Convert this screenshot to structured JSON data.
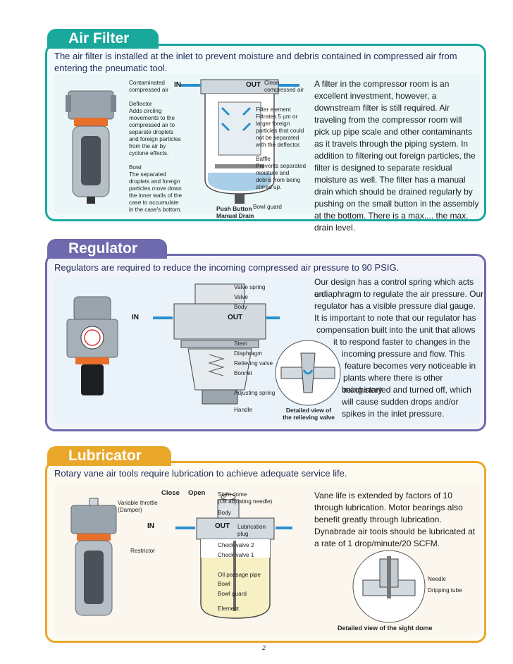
{
  "colors": {
    "air": "#1aa89c",
    "regulator": "#6e6aad",
    "lubricator": "#e9a829"
  },
  "air_filter": {
    "title": "Air Filter",
    "intro": "The air filter is installed at the inlet to prevent moisture and debris contained in compressed air from entering the pneumatic tool.",
    "body": "A filter in the compressor room is an excellent investment, however, a downstream filter is still required. Air traveling from the compressor room will pick up pipe scale and other contaminants as it travels through the piping system. In addition to filtering out foreign particles, the filter is designed to separate residual moisture as well. The filter has a manual drain which should be drained regularly by pushing on the small button in the assembly at the bottom. There is a max.... the max. drain level.",
    "labels": {
      "contaminated": "Contaminated\ncompressed air",
      "in": "IN",
      "out": "OUT",
      "clean": "Clean\ncompressed air",
      "deflector": "Deflector\nAdds circling\nmovements to the\ncompressed air to\nseparate droplets\nand foreign particles\nfrom the air by\ncyclone effects.",
      "bowl": "Bowl\nThe separated\ndroplets and foreign\nparticles move down\nthe inner walls of the\ncase to accumulate\nin the case's bottom.",
      "filter_element": "Filter element\nFiltrates 5 µm or\nlarger foreign\nparticles that could\nnot be separated\nwith the deflector.",
      "baffle": "Baffle\nPrevents separated\nmoisture and\ndebris from being\nstirred up.",
      "push_button": "Push Button\nManual Drain",
      "bowl_guard": "Bowl guard"
    }
  },
  "regulator": {
    "title": "Regulator",
    "intro": "Regulators are required to reduce the incoming compressed air pressure to 90 PSIG.",
    "body_lines": [
      "Our design has a control spring which acts on",
      "a diaphragm to regulate the air pressure. Our",
      "regulator has a visible pressure dial gauge.",
      "It is important to note that our regulator has",
      "compensation built into the unit that allows",
      "it to respond faster to changes in the",
      "incoming pressure and flow. This",
      "feature becomes very noticeable in",
      "plants where there is other machinery",
      "being started and turned off, which",
      "will cause sudden drops and/or",
      "spikes in the inlet pressure."
    ],
    "labels": {
      "valve_spring": "Valve spring",
      "valve": "Valve",
      "body": "Body",
      "in": "IN",
      "out": "OUT",
      "stem": "Stem",
      "diaphragm": "Diaphragm",
      "relieving_valve": "Relieving valve",
      "bonnet": "Bonnet",
      "adjusting_spring": "Adjusting spring",
      "handle": "Handle",
      "detail_caption": "Detailed view of\nthe relieving valve"
    }
  },
  "lubricator": {
    "title": "Lubricator",
    "intro": "Rotary vane air tools require lubrication to achieve adequate service life.",
    "body": "Vane life is extended by factors of 10 through lubrication. Motor bearings also benefit greatly through lubrication. Dynabrade air tools should be lubricated at a rate of 1 drop/minute/20 SCFM.",
    "labels": {
      "close": "Close",
      "open": "Open",
      "variable_throttle": "Variable throttle\n(Damper)",
      "sight_dome": "Sight dome\n(Oil adjusting needle)",
      "body": "Body",
      "in": "IN",
      "out": "OUT",
      "lubrication_plug": "Lubrication\nplug",
      "restrictor": "Restrictor",
      "check_valve_2": "Check valve 2",
      "check_valve_1": "Check valve 1",
      "oil_passage_pipe": "Oil passage pipe",
      "bowl": "Bowl",
      "bowl_guard": "Bowl guard",
      "element": "Element",
      "needle": "Needle",
      "dripping_tube": "Dripping tube",
      "detail_caption": "Detailed view of the sight dome"
    }
  },
  "page_number": "2"
}
